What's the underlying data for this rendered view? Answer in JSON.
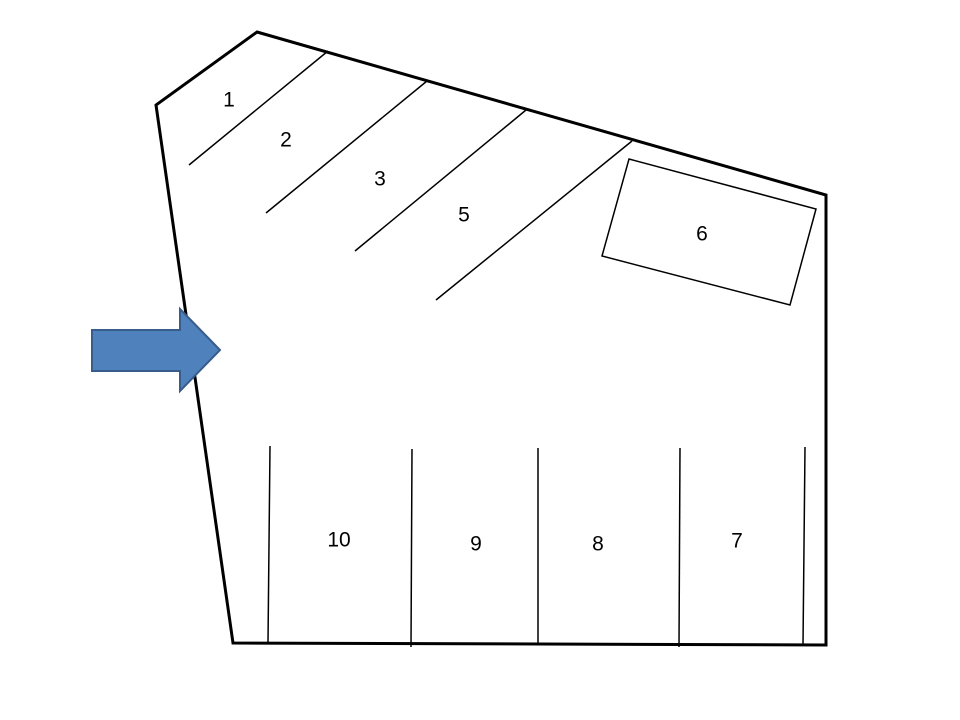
{
  "diagram": {
    "stroke_color": "#000000",
    "arrow_fill": "#4f81bd",
    "arrow_stroke": "#385d8a",
    "labels": {
      "s1": "1",
      "s2": "2",
      "s3": "3",
      "s5": "5",
      "s6": "6",
      "s7": "7",
      "s8": "8",
      "s9": "9",
      "s10": "10"
    },
    "entrance_arrow_icon": "right-arrow-icon"
  }
}
